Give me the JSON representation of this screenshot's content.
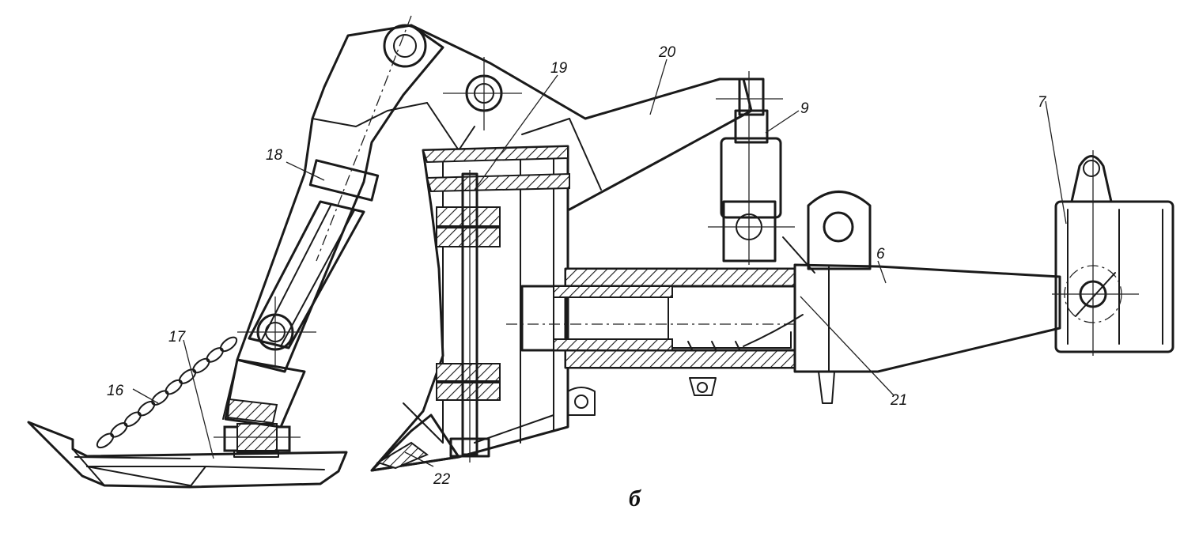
{
  "figure": {
    "letter": "б",
    "callouts": [
      {
        "id": "c16",
        "text": "16"
      },
      {
        "id": "c17",
        "text": "17"
      },
      {
        "id": "c18",
        "text": "18"
      },
      {
        "id": "c19",
        "text": "19"
      },
      {
        "id": "c20",
        "text": "20"
      },
      {
        "id": "c9",
        "text": "9"
      },
      {
        "id": "c7",
        "text": "7"
      },
      {
        "id": "c6",
        "text": "6"
      },
      {
        "id": "c21",
        "text": "21"
      },
      {
        "id": "c22",
        "text": "22"
      }
    ]
  },
  "colors": {
    "ink": "#1a1a1a",
    "paper": "#ffffff"
  }
}
